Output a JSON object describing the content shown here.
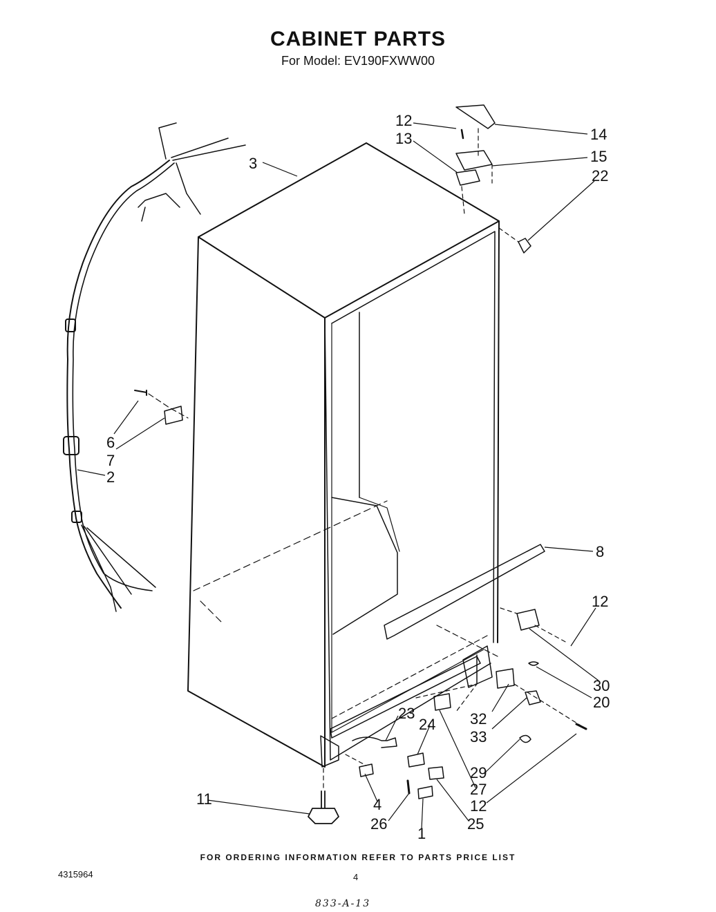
{
  "header": {
    "title": "CABINET PARTS",
    "subtitle": "For Model: EV190FXWW00"
  },
  "callouts": [
    {
      "id": "12",
      "label": "12"
    },
    {
      "id": "13",
      "label": "13"
    },
    {
      "id": "14",
      "label": "14"
    },
    {
      "id": "15",
      "label": "15"
    },
    {
      "id": "22",
      "label": "22"
    },
    {
      "id": "3",
      "label": "3"
    },
    {
      "id": "6",
      "label": "6"
    },
    {
      "id": "7",
      "label": "7"
    },
    {
      "id": "2",
      "label": "2"
    },
    {
      "id": "8",
      "label": "8"
    },
    {
      "id": "12b",
      "label": "12"
    },
    {
      "id": "30",
      "label": "30"
    },
    {
      "id": "20",
      "label": "20"
    },
    {
      "id": "32",
      "label": "32"
    },
    {
      "id": "33",
      "label": "33"
    },
    {
      "id": "23",
      "label": "23"
    },
    {
      "id": "24",
      "label": "24"
    },
    {
      "id": "29",
      "label": "29"
    },
    {
      "id": "27",
      "label": "27"
    },
    {
      "id": "12c",
      "label": "12"
    },
    {
      "id": "11",
      "label": "11"
    },
    {
      "id": "4",
      "label": "4"
    },
    {
      "id": "26",
      "label": "26"
    },
    {
      "id": "1",
      "label": "1"
    },
    {
      "id": "25",
      "label": "25"
    }
  ],
  "footer": {
    "note": "FOR ORDERING INFORMATION REFER TO PARTS PRICE LIST",
    "doc_number": "4315964",
    "page_number": "4",
    "handwritten_code": "833-A-13"
  }
}
